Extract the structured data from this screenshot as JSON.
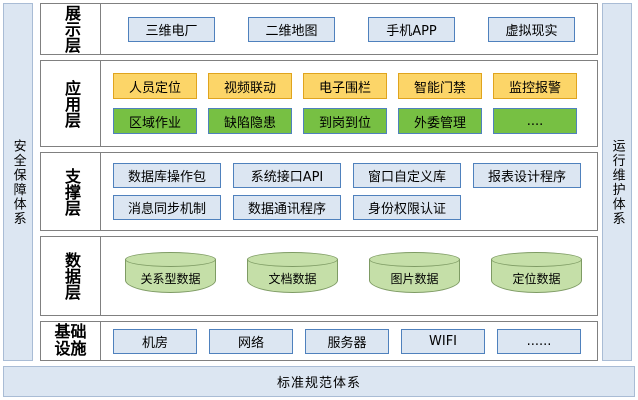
{
  "rails": {
    "left": {
      "label": "安全保障体系"
    },
    "right": {
      "label": "运行维护体系"
    }
  },
  "bottom": {
    "label": "标准规范体系"
  },
  "layers": [
    {
      "id": "display",
      "label": "展示层",
      "rows": [
        {
          "style": "blue",
          "items": [
            "三维电厂",
            "二维地图",
            "手机APP",
            "虚拟现实"
          ]
        }
      ]
    },
    {
      "id": "app",
      "label": "应用层",
      "rows": [
        {
          "style": "yellow",
          "items": [
            "人员定位",
            "视频联动",
            "电子围栏",
            "智能门禁",
            "监控报警"
          ]
        },
        {
          "style": "green",
          "items": [
            "区域作业",
            "缺陷隐患",
            "到岗到位",
            "外委管理",
            "...."
          ]
        }
      ]
    },
    {
      "id": "support",
      "label": "支撑层",
      "rows": [
        {
          "style": "blue",
          "items": [
            "数据库操作包",
            "系统接口API",
            "窗口自定义库",
            "报表设计程序"
          ]
        },
        {
          "style": "blue",
          "items": [
            "消息同步机制",
            "数据通讯程序",
            "身份权限认证"
          ]
        }
      ]
    },
    {
      "id": "data",
      "label": "数据层",
      "rows": [
        {
          "style": "cylinder",
          "items": [
            "关系型数据",
            "文档数据",
            "图片数据",
            "定位数据"
          ]
        }
      ]
    },
    {
      "id": "infra",
      "label": "基础设施",
      "rows": [
        {
          "style": "blue",
          "items": [
            "机房",
            "网络",
            "服务器",
            "WIFI",
            "......"
          ]
        }
      ]
    }
  ],
  "colors": {
    "rail_fill": "#dce6f2",
    "rail_border": "#a9bcd5",
    "panel_border": "#808080",
    "chip_blue_fill": "#dce6f2",
    "chip_blue_border": "#4f81bd",
    "chip_yellow_fill": "#fcd568",
    "chip_yellow_border": "#e0a41e",
    "chip_green_fill": "#77c043",
    "chip_green_border": "#4f81bd",
    "cylinder_fill": "#c5dfa8",
    "cylinder_border": "#7e9b64"
  }
}
